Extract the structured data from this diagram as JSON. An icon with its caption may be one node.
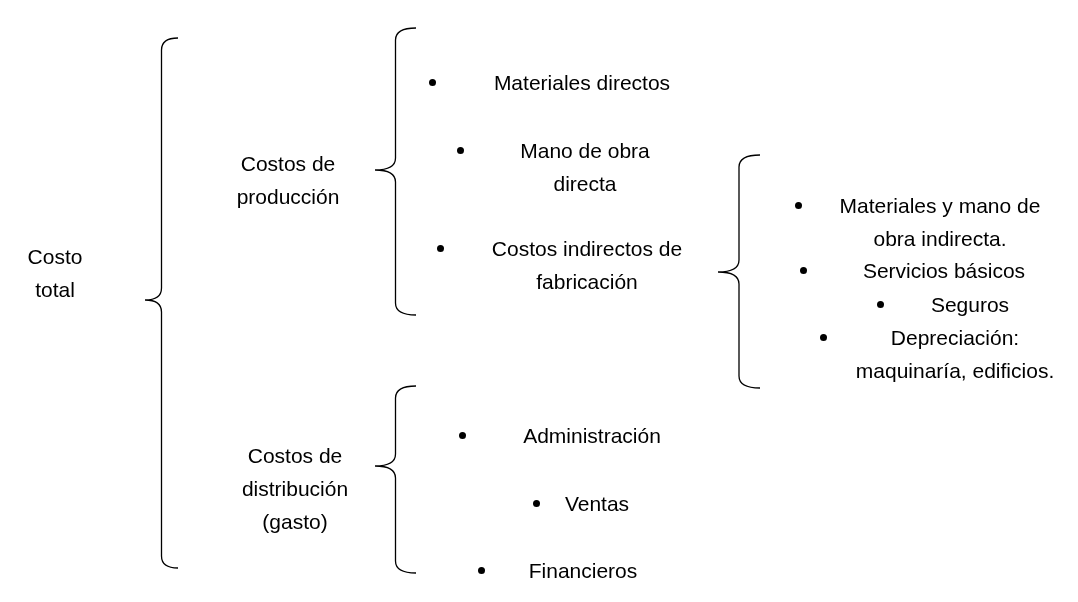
{
  "diagram": {
    "labels": [
      "Costo total",
      "Costos de producción",
      "Materiales directos",
      "Mano de obra directa",
      "Costos indirectos de fabricación",
      "Materiales y mano de obra indirecta.",
      "Servicios básicos",
      "Seguros",
      "Depreciación: maquinaría, edificios.",
      "Costos de distribución (gasto)",
      "Administración",
      "Ventas",
      "Financieros"
    ]
  }
}
